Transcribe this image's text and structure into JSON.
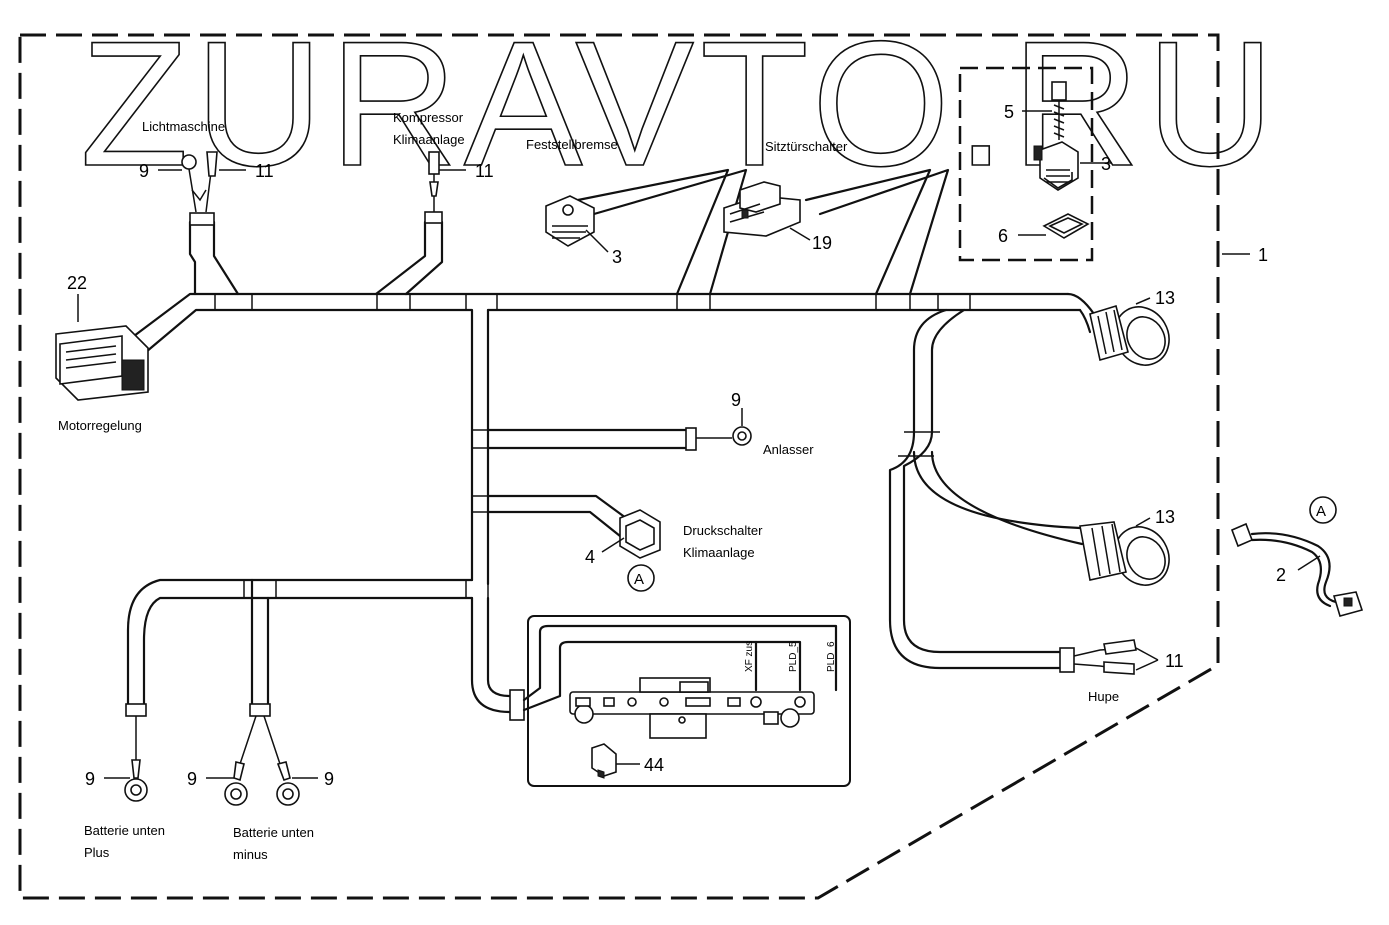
{
  "watermark": "ZURAVTO.RU",
  "labels": {
    "lichtmaschine": "Lichtmaschine",
    "kompressor_1": "Kompressor",
    "kompressor_2": "Klimaanlage",
    "feststellbremse": "Feststellbremse",
    "sitztuerschalter": "Sitztürschalter",
    "motorregelung": "Motorregelung",
    "anlasser": "Anlasser",
    "druckschalter_1": "Druckschalter",
    "druckschalter_2": "Klimaanlage",
    "hupe": "Hupe",
    "batterie_plus_1": "Batterie unten",
    "batterie_plus_2": "Plus",
    "batterie_minus_1": "Batterie unten",
    "batterie_minus_2": "minus",
    "xf_zus": "XF zus",
    "pld_5": "PLD_5",
    "pld_6": "PLD_6"
  },
  "callouts": {
    "c9_licht": "9",
    "c11_licht": "11",
    "c11_komp": "11",
    "c3_brems": "3",
    "c19": "19",
    "c5": "5",
    "c3_box": "3",
    "c6": "6",
    "c1": "1",
    "c22": "22",
    "c13_top": "13",
    "c13_mid": "13",
    "c9_anlasser": "9",
    "c4": "4",
    "cA_main": "A",
    "cA_detail": "A",
    "c2": "2",
    "c11_hupe": "11",
    "c44": "44",
    "c9_plus": "9",
    "c9_minus_l": "9",
    "c9_minus_r": "9"
  }
}
